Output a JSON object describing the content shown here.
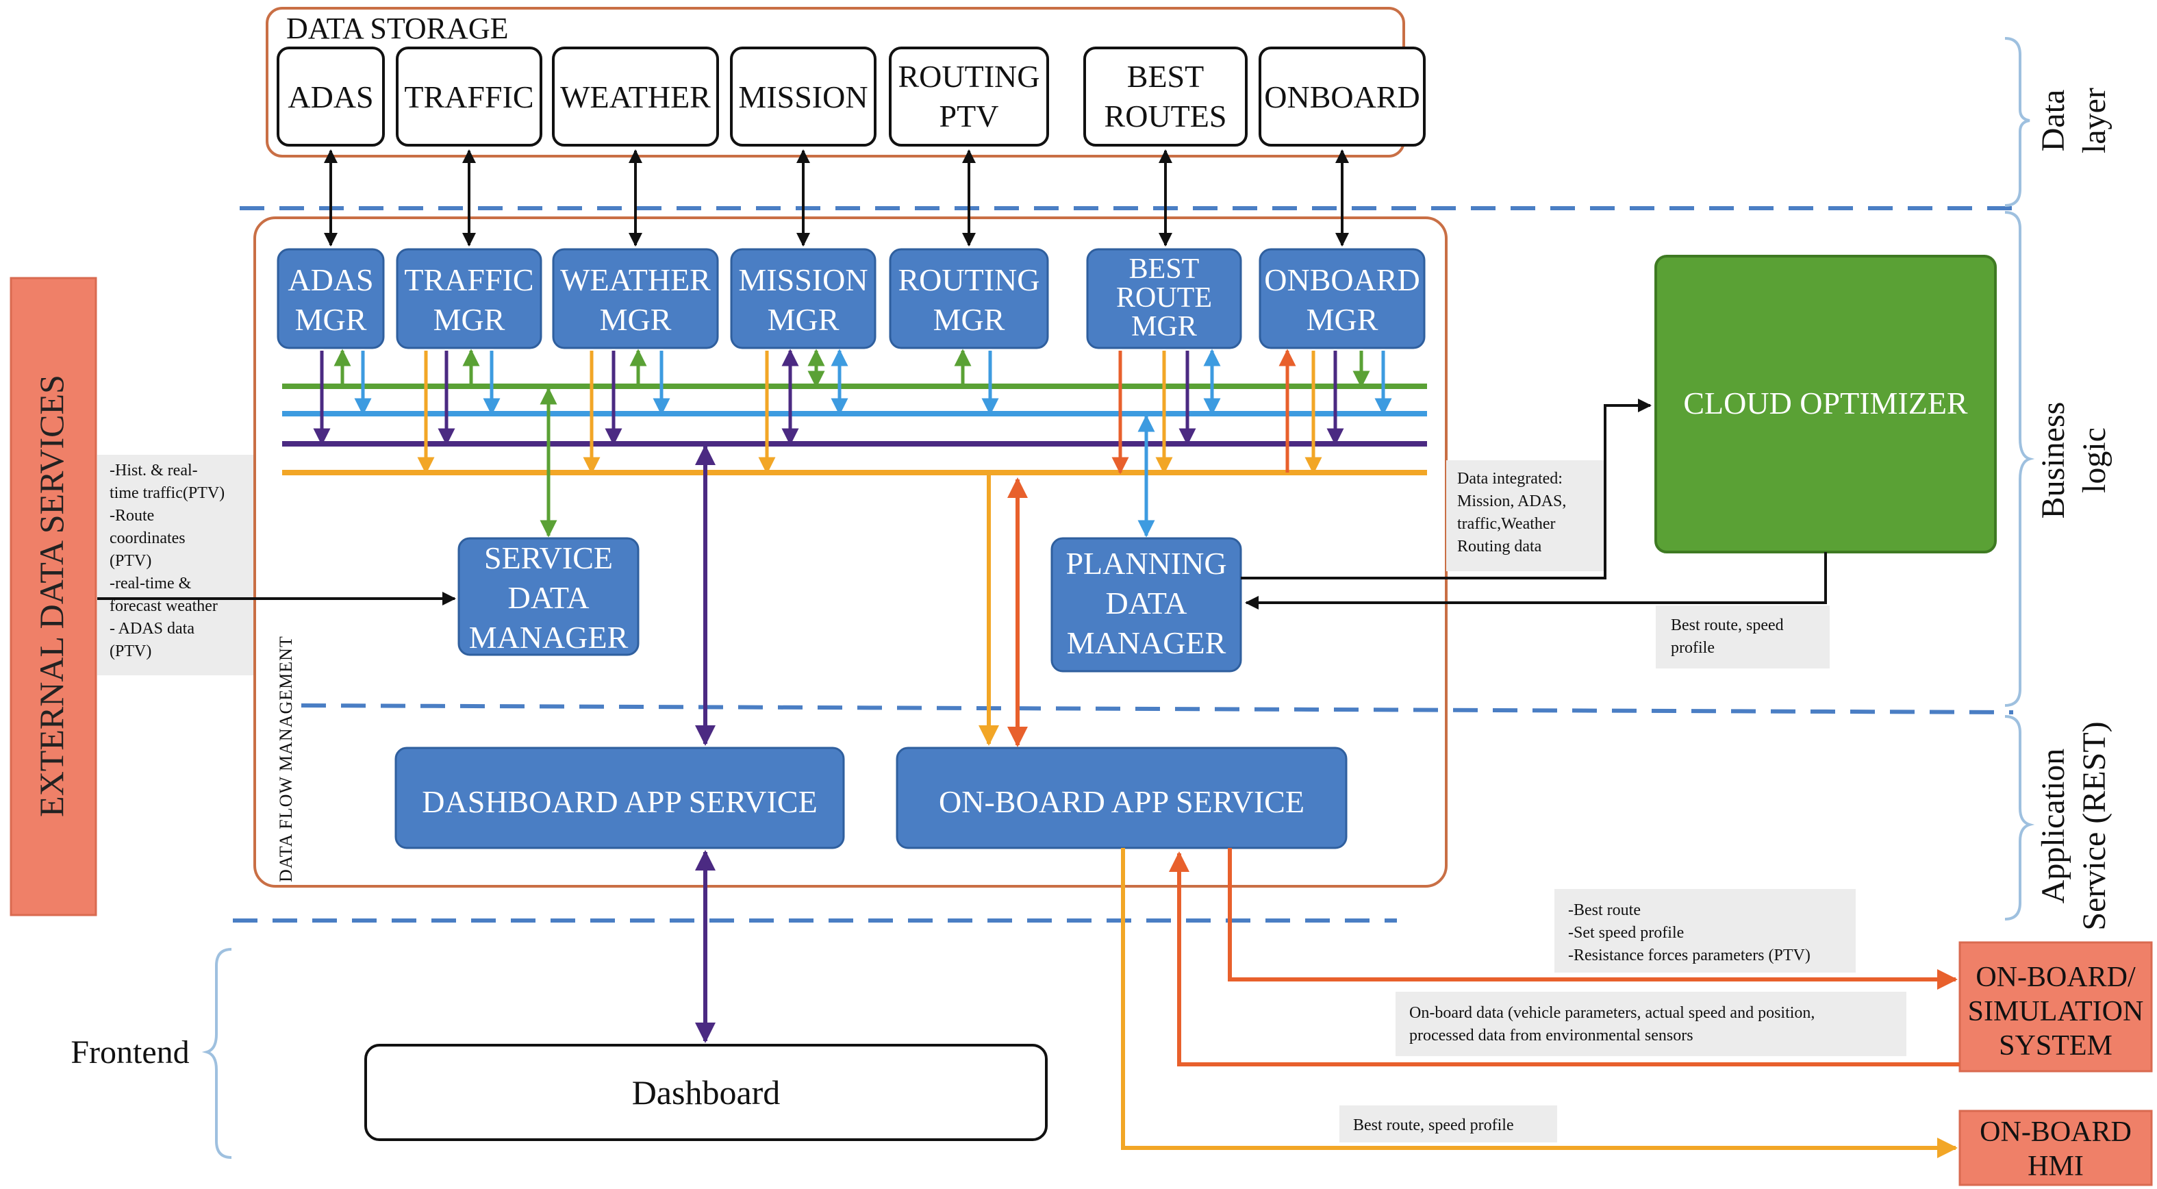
{
  "data_storage": {
    "title": "DATA STORAGE",
    "stores": [
      {
        "id": "adas",
        "lines": [
          "ADAS"
        ]
      },
      {
        "id": "traffic",
        "lines": [
          "TRAFFIC"
        ]
      },
      {
        "id": "weather",
        "lines": [
          "WEATHER"
        ]
      },
      {
        "id": "mission",
        "lines": [
          "MISSION"
        ]
      },
      {
        "id": "routing-ptv",
        "lines": [
          "ROUTING",
          "PTV"
        ]
      },
      {
        "id": "best-routes",
        "lines": [
          "BEST",
          "ROUTES"
        ]
      },
      {
        "id": "onboard",
        "lines": [
          "ONBOARD"
        ]
      }
    ]
  },
  "managers": [
    {
      "id": "adas",
      "lines": [
        "ADAS",
        "MGR"
      ]
    },
    {
      "id": "traffic",
      "lines": [
        "TRAFFIC",
        "MGR"
      ]
    },
    {
      "id": "weather",
      "lines": [
        "WEATHER",
        "MGR"
      ]
    },
    {
      "id": "mission",
      "lines": [
        "MISSION",
        "MGR"
      ]
    },
    {
      "id": "routing",
      "lines": [
        "ROUTING",
        "MGR"
      ]
    },
    {
      "id": "best-route",
      "lines": [
        "BEST",
        "ROUTE",
        "MGR"
      ]
    },
    {
      "id": "onboard",
      "lines": [
        "ONBOARD",
        "MGR"
      ]
    }
  ],
  "service_data_manager": {
    "lines": [
      "SERVICE",
      "DATA",
      "MANAGER"
    ]
  },
  "planning_data_manager": {
    "lines": [
      "PLANNING",
      "DATA",
      "MANAGER"
    ]
  },
  "cloud_optimizer": {
    "label": "CLOUD OPTIMIZER"
  },
  "dashboard_app_service": {
    "label": "DASHBOARD APP SERVICE"
  },
  "onboard_app_service": {
    "label": "ON-BOARD APP SERVICE"
  },
  "data_flow_management": {
    "label": "DATA FLOW MANAGEMENT"
  },
  "external_data_services": {
    "label": "EXTERNAL DATA SERVICES"
  },
  "dashboard": {
    "label": "Dashboard"
  },
  "onboard_simulation": {
    "lines": [
      "ON-BOARD/",
      "SIMULATION",
      "SYSTEM"
    ]
  },
  "onboard_hmi": {
    "lines": [
      "ON-BOARD",
      "HMI"
    ]
  },
  "layers": {
    "data_layer": {
      "lines": [
        "Data",
        "layer"
      ]
    },
    "business_logic": {
      "lines": [
        "Business",
        "logic"
      ]
    },
    "application_service": {
      "lines": [
        "Application",
        "Service (REST)"
      ]
    },
    "frontend": {
      "label": "Frontend"
    }
  },
  "notes": {
    "external_inputs": [
      "-Hist. & real-",
      "time traffic(PTV)",
      "-Route",
      "coordinates",
      "(PTV)",
      "-real-time &",
      "forecast weather",
      "- ADAS data",
      "(PTV)"
    ],
    "data_integrated": [
      "Data integrated:",
      "Mission, ADAS,",
      "traffic,Weather",
      "Routing data"
    ],
    "best_route_speed_profile": [
      "Best route, speed",
      "profile"
    ],
    "onboard_outputs": [
      "-Best route",
      "-Set speed profile",
      "-Resistance forces parameters (PTV)"
    ],
    "onboard_data": [
      "On-board data (vehicle parameters, actual speed and position,",
      "processed data from environmental sensors"
    ],
    "hmi_note": [
      "Best route, speed profile"
    ]
  },
  "colors": {
    "blue_box": "#4a7ec4",
    "blue_box_border": "#2f5f9e",
    "green_box": "#5aa135",
    "green_box_border": "#3e7a22",
    "salmon": "#ef8068",
    "salmon_border": "#d96a50",
    "orange_frame": "#c96f45",
    "dashed_blue": "#4a7ec4",
    "bracket": "#9ec0df",
    "note_bg": "#ececec",
    "bus_green": "#5aa135",
    "bus_blue": "#3d9be0",
    "bus_purple": "#4b2a82",
    "bus_orange": "#f2a626",
    "arrow_red": "#e8602c",
    "arrow_black": "#111111"
  }
}
